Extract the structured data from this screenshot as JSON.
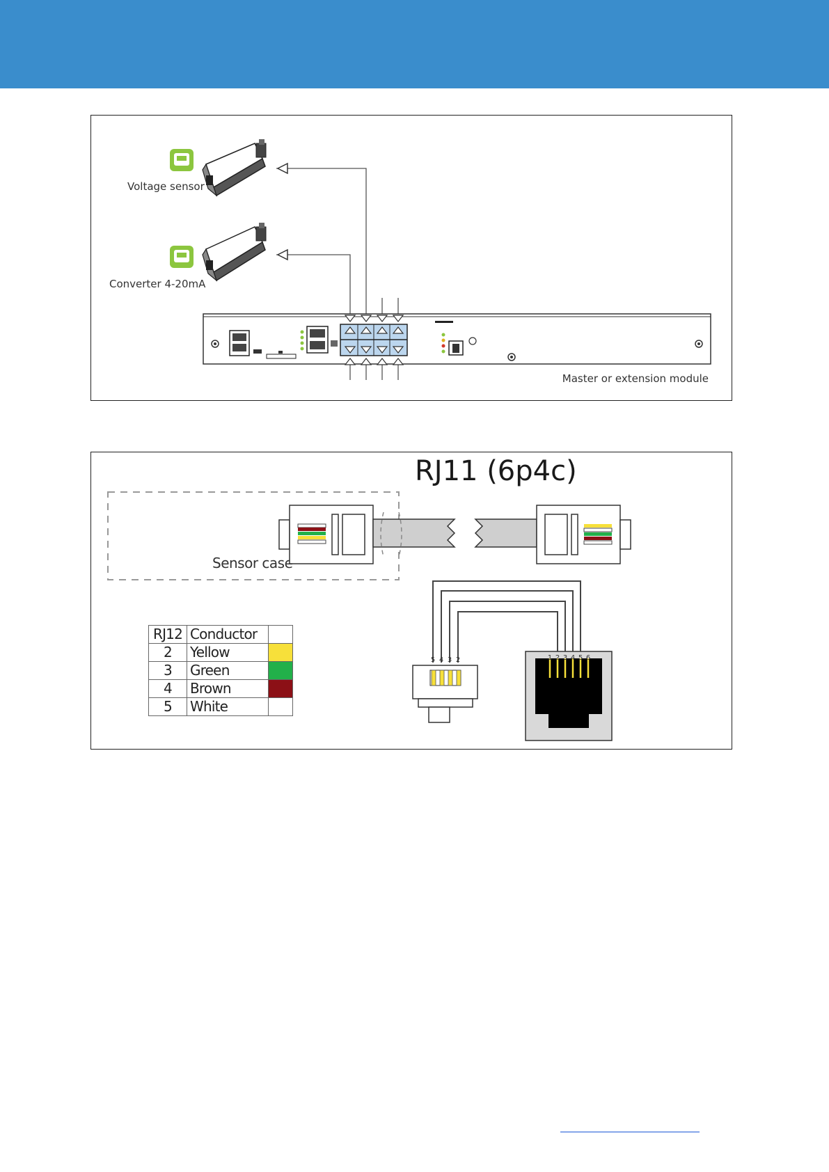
{
  "figure1": {
    "sensors": [
      {
        "label": "Voltage sensor",
        "icon": "sensor-badge-icon"
      },
      {
        "label": "Converter 4-20mA",
        "icon": "sensor-badge-icon"
      }
    ],
    "module_label": "Master or extension module"
  },
  "figure2": {
    "title": "RJ11 (6p4c)",
    "case_label": "Sensor case",
    "plug_pins": [
      "5",
      "4",
      "3",
      "2"
    ],
    "jack_pins": [
      "1",
      "2",
      "3",
      "4",
      "5",
      "6"
    ],
    "table": {
      "headers": [
        "RJ12",
        "Conductor",
        ""
      ],
      "rows": [
        {
          "pin": "2",
          "conductor": "Yellow",
          "color": "#f7e03a"
        },
        {
          "pin": "3",
          "conductor": "Green",
          "color": "#22b04a"
        },
        {
          "pin": "4",
          "conductor": "Brown",
          "color": "#8c1016"
        },
        {
          "pin": "5",
          "conductor": "White",
          "color": "#ffffff"
        }
      ]
    }
  },
  "colors": {
    "header_band": "#3a8dcc",
    "port_blue": "#bcd6ee",
    "badge_green": "#8cc63f",
    "cable_gray": "#cfcfcf"
  }
}
